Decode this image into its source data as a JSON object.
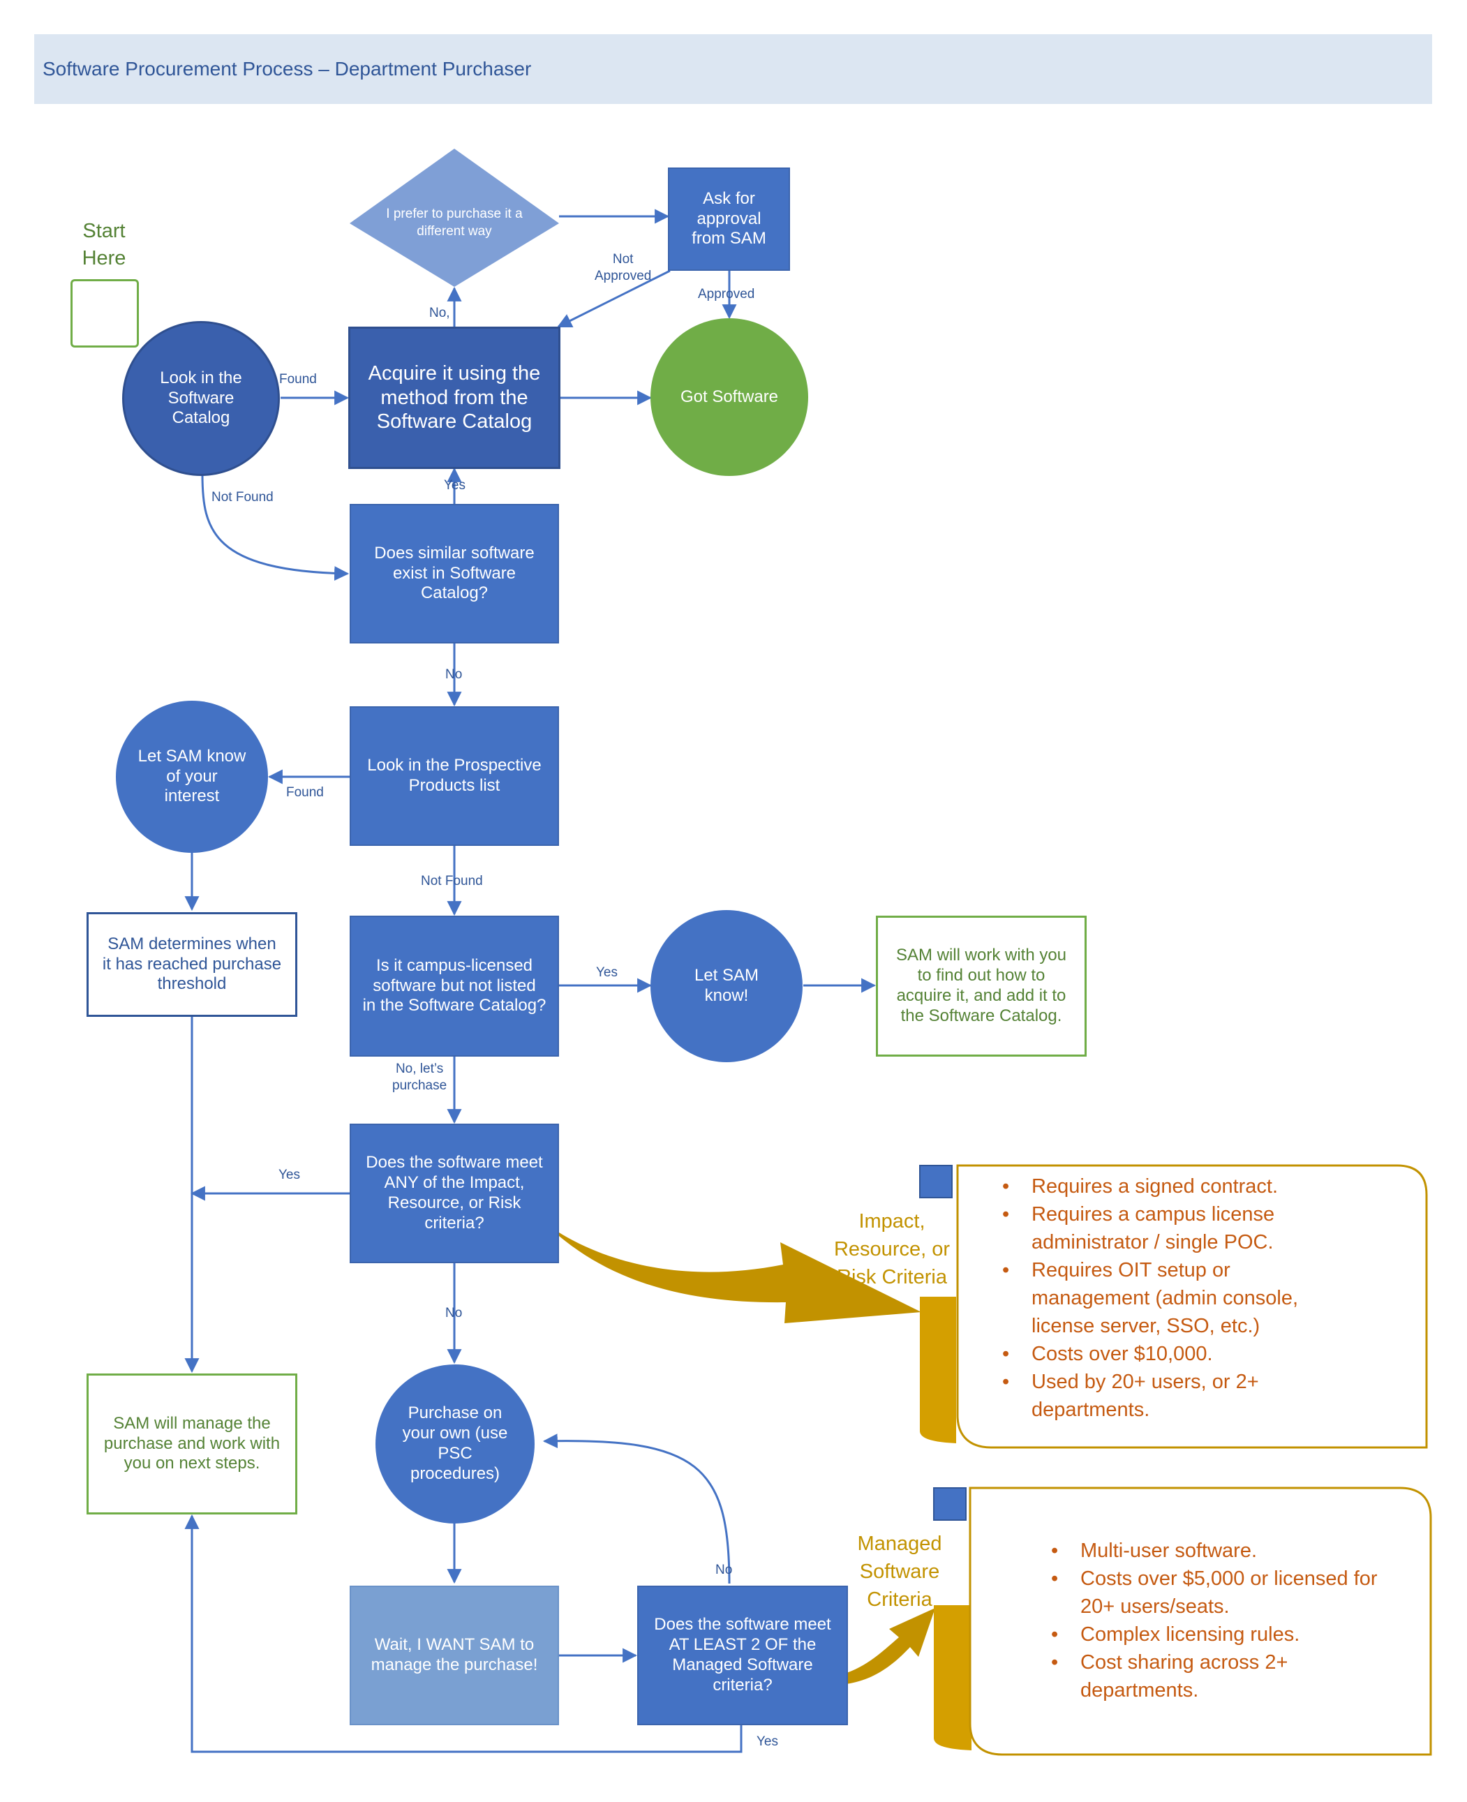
{
  "title": "Software Procurement Process – Department Purchaser",
  "start": {
    "label": "Start\nHere",
    "icon": "curved-arrow-icon"
  },
  "nodes": {
    "catalog": "Look in the\nSoftware\nCatalog",
    "acquire": "Acquire it using the\nmethod from the\nSoftware Catalog",
    "prefer_other": "I prefer to purchase it a\ndifferent way",
    "ask_approval": "Ask for\napproval\nfrom SAM",
    "got_software": "Got Software",
    "similar": "Does similar software\nexist in Software\nCatalog?",
    "prospective": "Look in the Prospective\nProducts list",
    "let_sam_interest": "Let SAM know\nof your\ninterest",
    "sam_determines": "SAM determines when\nit has reached purchase\nthreshold",
    "campus_licensed": "Is it campus-licensed\nsoftware but not listed\nin the Software Catalog?",
    "let_sam_know": "Let SAM\nknow!",
    "sam_work_with": "SAM will work with you\nto find out how to\nacquire it, and add it to\nthe Software Catalog.",
    "meet_any": "Does the software meet\nANY of the Impact,\nResource, or Risk\ncriteria?",
    "sam_manage": "SAM will manage the\npurchase and work with\nyou on next steps.",
    "purchase_own": "Purchase on\nyour own (use\nPSC\nprocedures)",
    "wait_want": "Wait, I WANT SAM to\nmanage the purchase!",
    "meet_two": "Does the software meet\nAT LEAST 2 OF the\nManaged Software\ncriteria?"
  },
  "edge_labels": {
    "found_catalog": "Found",
    "not_found_catalog": "Not Found",
    "no_prefer": "No,",
    "not_approved": "Not\nApproved",
    "approved": "Approved",
    "yes_similar": "Yes",
    "no_similar": "No",
    "found_prospective": "Found",
    "not_found_prospective": "Not Found",
    "yes_campus": "Yes",
    "no_lets_purchase": "No, let’s\npurchase",
    "yes_meet_any": "Yes",
    "no_meet_any": "No",
    "no_meet_two": "No",
    "yes_meet_two": "Yes"
  },
  "impact_criteria": {
    "label": "Impact,\nResource, or\nRisk Criteria",
    "items": [
      "Requires a signed contract.",
      "Requires a campus license administrator / single POC.",
      "Requires OIT setup or management (admin console, license server, SSO, etc.)",
      "Costs over $10,000.",
      "Used by 20+ users, or 2+ departments."
    ]
  },
  "managed_criteria": {
    "label": "Managed\nSoftware\nCriteria",
    "items": [
      "Multi-user software.",
      "Costs over $5,000 or licensed for 20+ users/seats.",
      "Complex licensing rules.",
      "Cost sharing across 2+ departments."
    ]
  },
  "colors": {
    "blue": "#4472c4",
    "dark_blue": "#3a60ad",
    "light_blue": "#7aa0d2",
    "diamond": "#7f9fd6",
    "green": "#70ad47",
    "gold": "#c29200",
    "orange_text": "#c55a11",
    "banner": "#dce6f2"
  }
}
